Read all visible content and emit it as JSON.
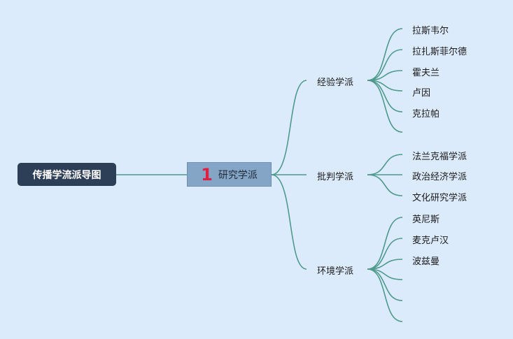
{
  "root": {
    "label": "传播学流派导图"
  },
  "center": {
    "number": "1",
    "label": "研究学派"
  },
  "branches": [
    {
      "label": "经验学派",
      "leaves": [
        "拉斯韦尔",
        "拉扎斯菲尔德",
        "霍夫兰",
        "卢因",
        "克拉帕",
        ""
      ]
    },
    {
      "label": "批判学派",
      "leaves": [
        "法兰克福学派",
        "政治经济学派",
        "文化研究学派"
      ]
    },
    {
      "label": "环境学派",
      "leaves": [
        "英尼斯",
        "麦克卢汉",
        "波兹曼",
        "",
        "",
        ""
      ]
    }
  ],
  "colors": {
    "background": "#dcebfb",
    "root": "#2d3e57",
    "center": "#85a5c7",
    "line": "#4f9a8c",
    "number": "#e02040"
  }
}
